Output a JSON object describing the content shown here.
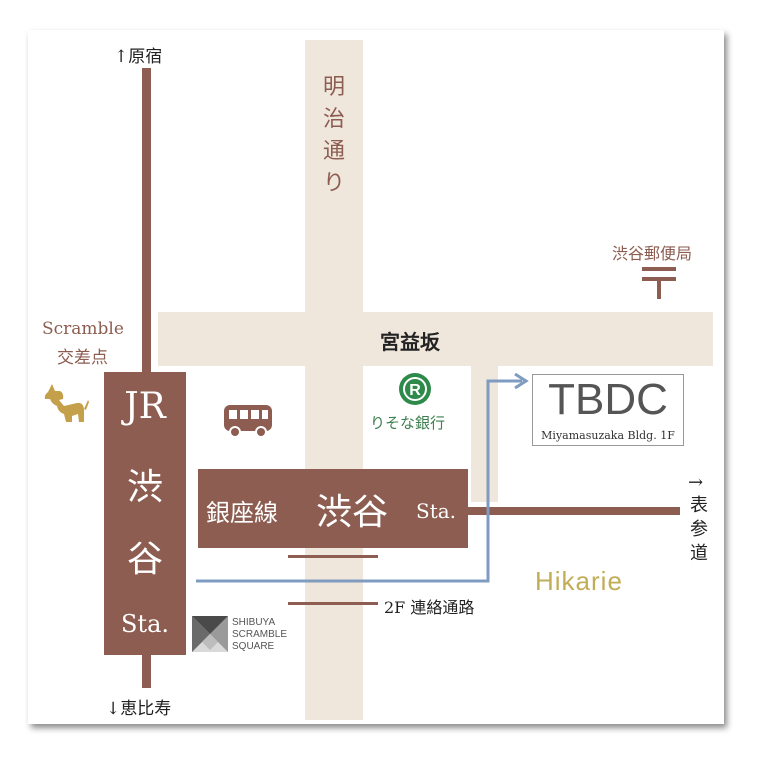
{
  "labels": {
    "harajuku": "↑原宿",
    "ebisu": "↓恵比寿",
    "meiji_dori": "明治通り",
    "post_office": "渋谷郵便局",
    "scramble_line1": "Scramble",
    "scramble_line2": "交差点",
    "miyamasuzaka": "宮益坂",
    "resona": "りそな銀行",
    "omotesando_arrow": "→",
    "omotesando": "表参道",
    "passage": "2F 連絡通路",
    "hikarie": "Hikarie"
  },
  "jr_station": {
    "line1": "JR",
    "line2": "渋",
    "line3": "谷",
    "line4": "Sta."
  },
  "ginza_station": {
    "line": "銀座線",
    "name": "渋谷",
    "sta": "Sta."
  },
  "tbdc": {
    "name": "TBDC",
    "building": "Miyamasuzaka Bldg. 1F"
  },
  "scramble_square": {
    "line1": "SHIBUYA",
    "line2": "SCRAMBLE",
    "line3": "SQUARE"
  },
  "colors": {
    "road": "#efe6dc",
    "brown": "#8c5d50",
    "route": "#7f9cc0",
    "gold": "#c5a04a",
    "hikarie": "#c2ad57"
  },
  "icons": {
    "dog": "hachiko-dog-icon",
    "bus": "bus-icon",
    "post": "post-office-mark-icon",
    "resona": "resona-bank-logo-icon"
  }
}
